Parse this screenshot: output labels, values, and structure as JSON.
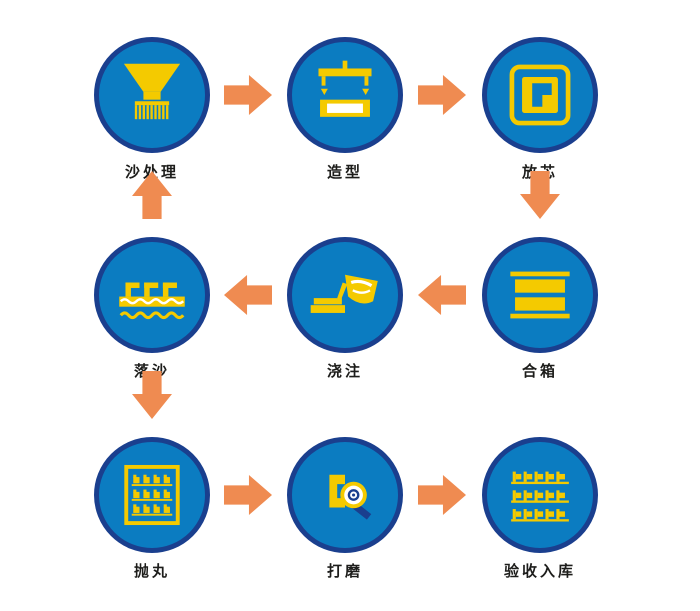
{
  "colors": {
    "circle_fill": "#0b7cc1",
    "circle_border": "#1a3f8e",
    "icon_yellow": "#f4ca00",
    "arrow_orange": "#ef8b51",
    "label_color": "#1d1d1b",
    "background": "#ffffff"
  },
  "nodes": [
    {
      "label": "沙处理",
      "icon": "sand-hopper-icon"
    },
    {
      "label": "造型",
      "icon": "molding-press-icon"
    },
    {
      "label": "放芯",
      "icon": "core-setting-icon"
    },
    {
      "label": "合箱",
      "icon": "stacked-flasks-icon"
    },
    {
      "label": "浇注",
      "icon": "pouring-ladle-icon"
    },
    {
      "label": "落沙",
      "icon": "shakeout-conveyor-icon"
    },
    {
      "label": "抛丸",
      "icon": "shot-blast-cabinet-icon"
    },
    {
      "label": "打磨",
      "icon": "grinder-icon"
    },
    {
      "label": "验收入库",
      "icon": "warehouse-shelves-icon"
    }
  ],
  "arrows": [
    {
      "from": "沙处理",
      "to": "造型",
      "direction": "right"
    },
    {
      "from": "造型",
      "to": "放芯",
      "direction": "right"
    },
    {
      "from": "放芯",
      "to": "合箱",
      "direction": "down"
    },
    {
      "from": "合箱",
      "to": "浇注",
      "direction": "left"
    },
    {
      "from": "浇注",
      "to": "落沙",
      "direction": "left"
    },
    {
      "from": "落沙",
      "to": "沙处理",
      "direction": "up"
    },
    {
      "from": "落沙",
      "to": "抛丸",
      "direction": "down"
    },
    {
      "from": "抛丸",
      "to": "打磨",
      "direction": "right"
    },
    {
      "from": "打磨",
      "to": "验收入库",
      "direction": "right"
    }
  ]
}
